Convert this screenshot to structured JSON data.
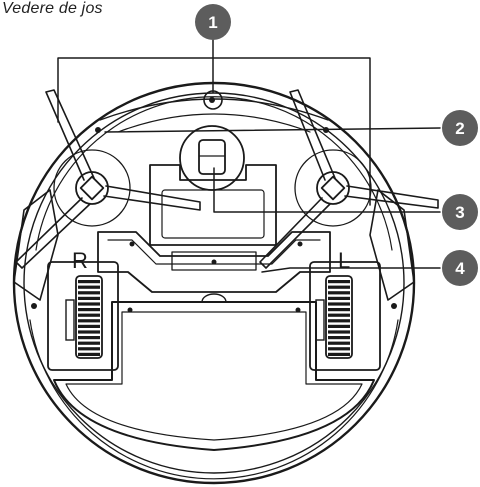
{
  "title": "Vedere de jos",
  "callouts": [
    "1",
    "2",
    "3",
    "4"
  ],
  "wheel_labels": {
    "right": "R",
    "left": "L"
  },
  "colors": {
    "callout_fill": "#5d5d5d",
    "callout_text": "#ffffff",
    "line": "#1a1a1a"
  }
}
